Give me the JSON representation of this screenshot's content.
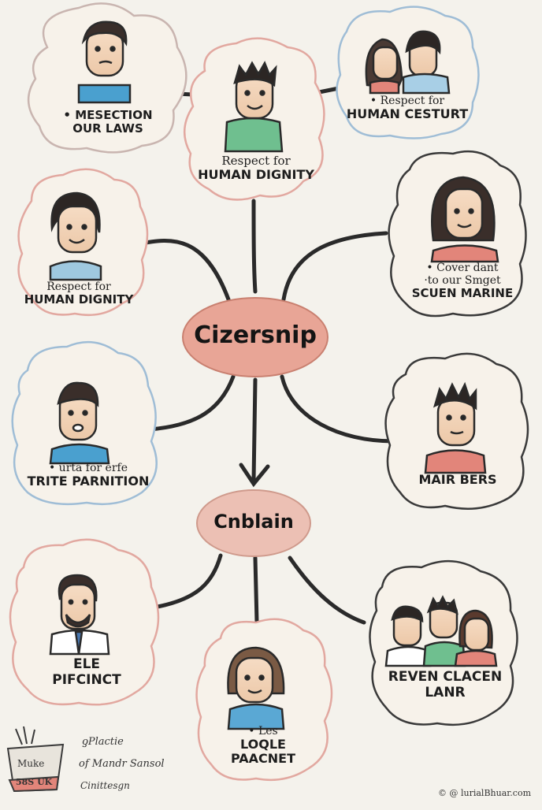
{
  "center": {
    "primary": "Cizersnip",
    "secondary": "Cnblain"
  },
  "nodes": [
    {
      "id": "n1",
      "line1": "• MESECTION",
      "line2": "OUR LAWS",
      "colors": "#d8b8b4"
    },
    {
      "id": "n2",
      "line1": "Respect for",
      "line2": "HUMAN DIGNITY",
      "colors": "#e2a8a0"
    },
    {
      "id": "n3",
      "line1": "• Respect for",
      "line2": "HUMAN CESTURT",
      "colors": "#9fbdd6"
    },
    {
      "id": "n4",
      "line1": "Respect for",
      "line2": "HUMAN DIGNITY",
      "colors": "#e2a8a0"
    },
    {
      "id": "n5",
      "line1": "• Cover dant",
      "line2": "·to our Smget",
      "line3": "SCUEN MARINE",
      "colors": "#3a3a3a"
    },
    {
      "id": "n6",
      "line1": "• urta for erfe",
      "line2": "TRITE PARNITION",
      "colors": "#9fbdd6"
    },
    {
      "id": "n7",
      "line1": "MAIR BERS",
      "colors": "#e2a8a0"
    },
    {
      "id": "n8",
      "line1": "ELE",
      "line2": "PIFCINCT",
      "colors": "#e2a8a0"
    },
    {
      "id": "n9",
      "line1": "• Les",
      "line2": "LOQLE",
      "line3": "PAACNET",
      "colors": "#e2a8a0"
    },
    {
      "id": "n10",
      "line1": "REVEN CLACEN",
      "line2": "LANR",
      "colors": "#3a3a3a"
    }
  ],
  "footer": {
    "box_top": "Muke",
    "box_bottom": "58S UK",
    "note1": "ƍPlactie",
    "note2": "of Mandr Sansol",
    "note3": "Cinittesgn",
    "handle": "© @ lurialBhuar.com"
  }
}
